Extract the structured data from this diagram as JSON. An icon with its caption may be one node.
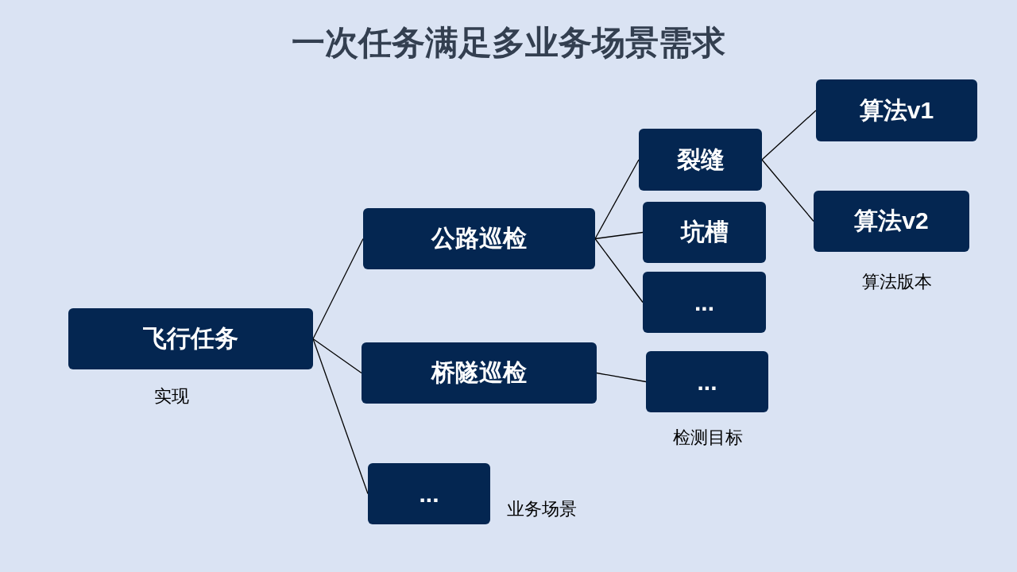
{
  "diagram": {
    "title": "一次任务满足多业务场景需求",
    "nodes": [
      {
        "text": [
          "飞行任务"
        ]
      },
      {
        "text": [
          "公路巡检"
        ]
      },
      {
        "text": [
          "桥隧巡检"
        ]
      },
      {
        "text": [
          "..."
        ]
      },
      {
        "text": [
          "裂缝"
        ]
      },
      {
        "text": [
          "坑槽"
        ]
      },
      {
        "text": [
          "..."
        ]
      },
      {
        "text": [
          "..."
        ]
      },
      {
        "text": [
          "算法v1"
        ]
      },
      {
        "text": [
          "算法v2"
        ]
      }
    ],
    "edges": [
      {
        "from": 0,
        "to": 1,
        "arrow": "none"
      },
      {
        "from": 0,
        "to": 2,
        "arrow": "none"
      },
      {
        "from": 0,
        "to": 3,
        "arrow": "none"
      },
      {
        "from": 1,
        "to": 4,
        "arrow": "none"
      },
      {
        "from": 1,
        "to": 5,
        "arrow": "none"
      },
      {
        "from": 1,
        "to": 6,
        "arrow": "none"
      },
      {
        "from": 2,
        "to": 7,
        "arrow": "none"
      },
      {
        "from": 4,
        "to": 8,
        "arrow": "none"
      },
      {
        "from": 4,
        "to": 9,
        "arrow": "none"
      }
    ],
    "labels": [
      "算法版本",
      "实现",
      "检测目标",
      "业务场景"
    ]
  }
}
